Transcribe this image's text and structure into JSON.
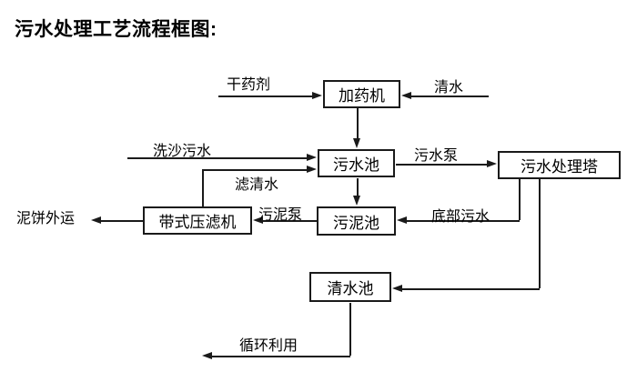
{
  "title": "污水处理工艺流程框图:",
  "diagram": {
    "nodes": {
      "dosing_machine": {
        "label": "加药机"
      },
      "sewage_pool": {
        "label": "污水池"
      },
      "treatment_tower": {
        "label": "污水处理塔"
      },
      "sludge_pool": {
        "label": "污泥池"
      },
      "belt_filter_press": {
        "label": "带式压滤机"
      },
      "clean_water_pool": {
        "label": "清水池"
      }
    },
    "edge_labels": {
      "dry_agent": "干药剂",
      "clean_water": "清水",
      "sand_washing_sewage": "洗沙污水",
      "filtered_water": "滤清水",
      "sewage_pump": "污水泵",
      "sludge_pump": "污泥泵",
      "bottom_sewage": "底部污水",
      "mud_cake_outbound": "泥饼外运",
      "recycling": "循环利用"
    },
    "colors": {
      "line": "#1a1a1a",
      "background": "#ffffff",
      "text": "#000000"
    }
  }
}
